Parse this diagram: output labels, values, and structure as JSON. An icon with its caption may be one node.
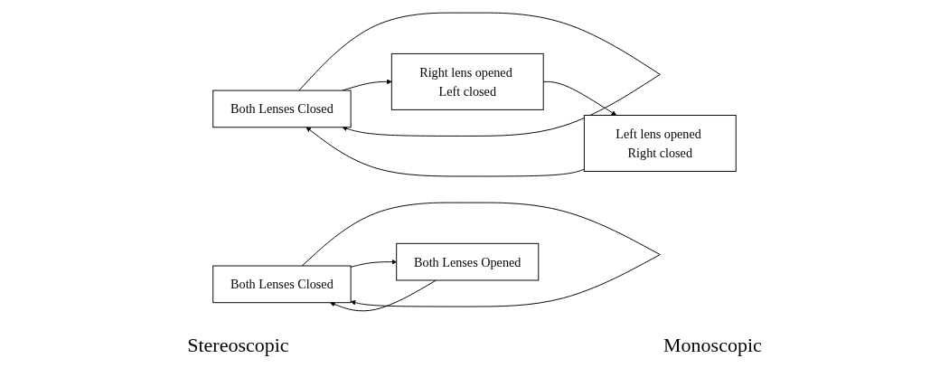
{
  "diagram": {
    "nodes": [
      {
        "text": [
          "Both Lenses Closed"
        ]
      },
      {
        "text": [
          "Right lens opened Left closed"
        ]
      },
      {
        "text": [
          "Left lens opened Right closed"
        ]
      },
      {
        "text": [
          "Both Lenses Closed"
        ]
      },
      {
        "text": [
          "Both Lenses Opened"
        ]
      }
    ],
    "edges": [
      {
        "from": 0,
        "to": 0,
        "arrow": "to"
      },
      {
        "from": 0,
        "to": 1,
        "arrow": "to"
      },
      {
        "from": 1,
        "to": 2,
        "arrow": "to"
      },
      {
        "from": 2,
        "to": 0,
        "arrow": "to"
      },
      {
        "from": 3,
        "to": 3,
        "arrow": "to"
      },
      {
        "from": 3,
        "to": 4,
        "arrow": "to"
      },
      {
        "from": 4,
        "to": 3,
        "arrow": "to"
      }
    ],
    "labels": [
      "Stereoscopic",
      "Monoscopic"
    ]
  }
}
